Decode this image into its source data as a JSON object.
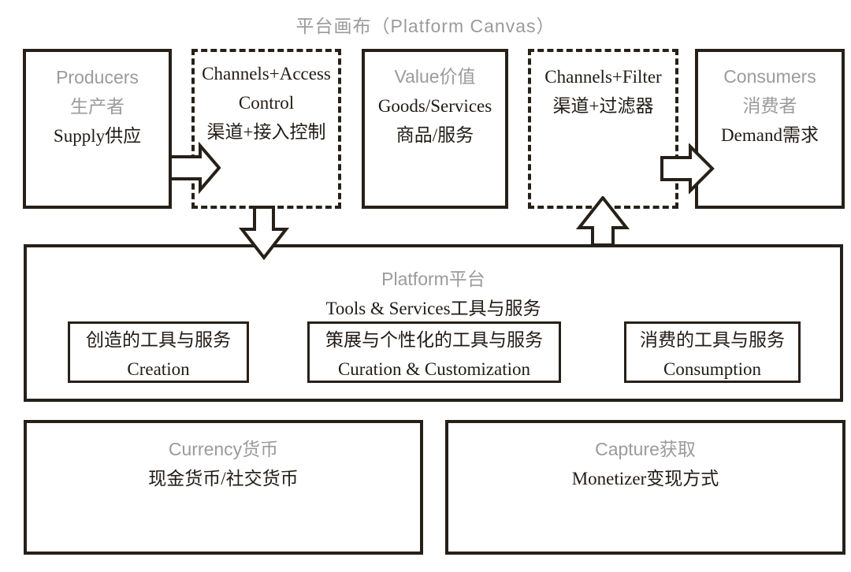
{
  "title": "平台画布（Platform Canvas）",
  "colors": {
    "background": "#ffffff",
    "border": "#272019",
    "gray_text": "#9b9b9b",
    "black_text": "#211b16",
    "arrow_fill": "#ffffff"
  },
  "top_row": {
    "producers": {
      "line1": "Producers",
      "line2": "生产者",
      "line3": "Supply供应"
    },
    "channels_access": {
      "line1": "Channels+Access",
      "line2": "Control",
      "line3": "渠道+接入控制"
    },
    "value": {
      "line1": "Value价值",
      "line2": "Goods/Services",
      "line3": "商品/服务"
    },
    "channels_filter": {
      "line1": "Channels+Filter",
      "line2": "渠道+过滤器"
    },
    "consumers": {
      "line1": "Consumers",
      "line2": "消费者",
      "line3": "Demand需求"
    }
  },
  "platform": {
    "title": "Platform平台",
    "subtitle": "Tools & Services工具与服务",
    "tools": {
      "creation": {
        "line1": "创造的工具与服务",
        "line2": "Creation"
      },
      "curation": {
        "line1": "策展与个性化的工具与服务",
        "line2": "Curation & Customization"
      },
      "consumption": {
        "line1": "消费的工具与服务",
        "line2": "Consumption"
      }
    }
  },
  "bottom_row": {
    "currency": {
      "line1": "Currency货币",
      "line2": "现金货币/社交货币"
    },
    "capture": {
      "line1": "Capture获取",
      "line2": "Monetizer变现方式"
    }
  },
  "arrows": {
    "supply_to_channels": "arrow-right",
    "channels_to_platform": "arrow-down",
    "platform_to_filter": "arrow-up",
    "filter_to_consumers": "arrow-right"
  }
}
